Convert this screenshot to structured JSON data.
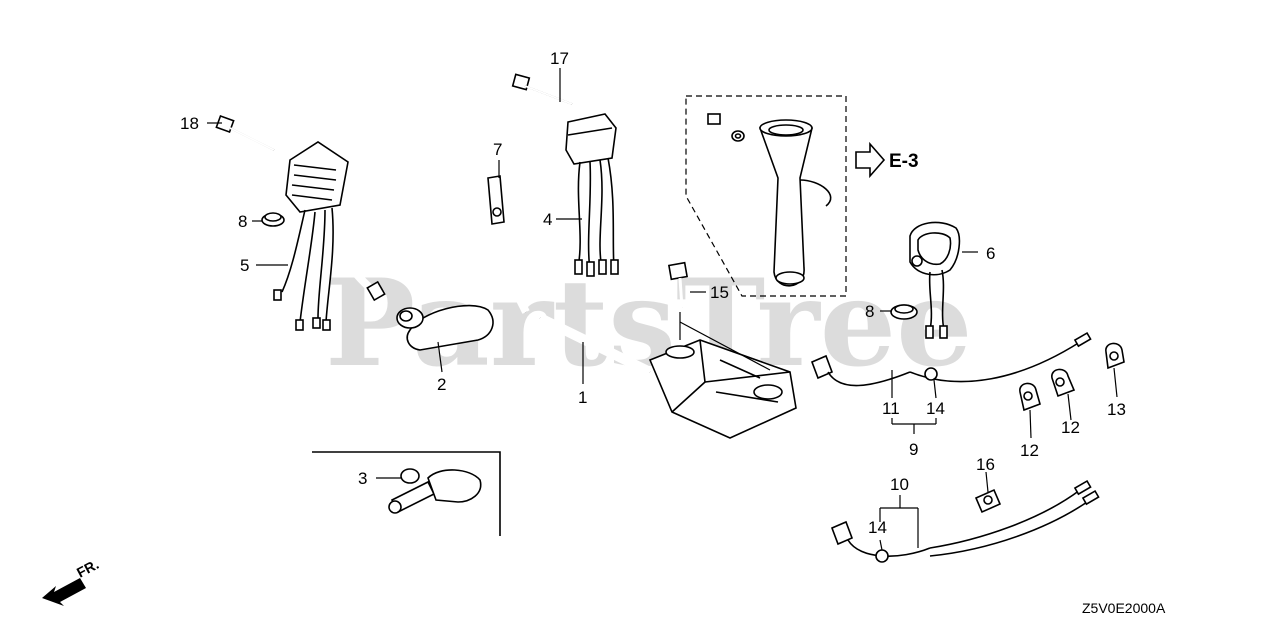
{
  "watermark": "PartsTree",
  "callouts": {
    "c1": "1",
    "c2": "2",
    "c3": "3",
    "c4": "4",
    "c5": "5",
    "c6": "6",
    "c7": "7",
    "c8a": "8",
    "c8b": "8",
    "c9": "9",
    "c10": "10",
    "c11": "11",
    "c12a": "12",
    "c12b": "12",
    "c13": "13",
    "c14a": "14",
    "c14b": "14",
    "c15": "15",
    "c16": "16",
    "c17": "17",
    "c18": "18"
  },
  "reference": {
    "e3": "E-3"
  },
  "direction": {
    "label": "FR."
  },
  "diagram_code": "Z5V0E2000A"
}
